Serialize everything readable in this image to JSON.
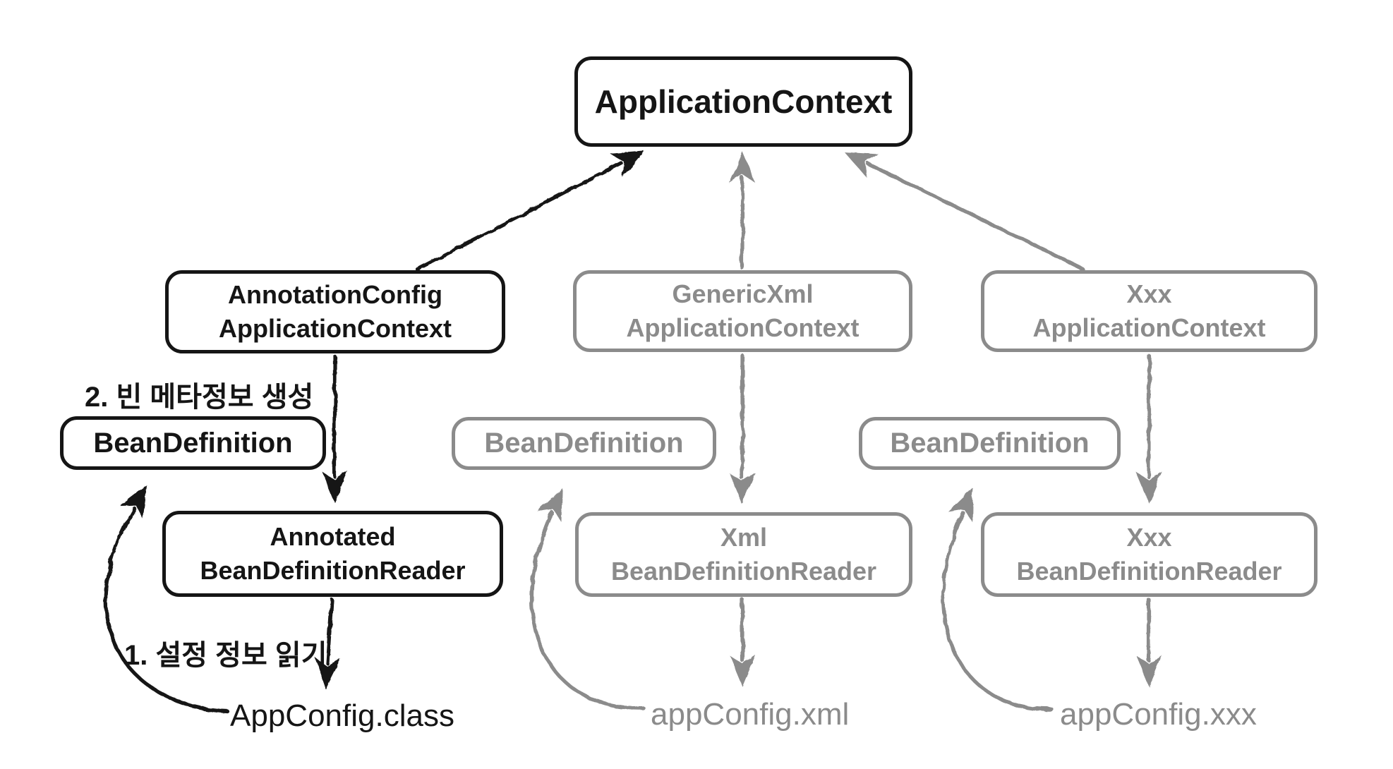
{
  "root_box": {
    "label": "ApplicationContext"
  },
  "columns": [
    {
      "state": "active",
      "context_line1": "AnnotationConfig",
      "context_line2": "ApplicationContext",
      "bean_definition_label": "BeanDefinition",
      "reader_line1": "Annotated",
      "reader_line2": "BeanDefinitionReader",
      "config_source_label": "AppConfig.class"
    },
    {
      "state": "inactive",
      "context_line1": "GenericXml",
      "context_line2": "ApplicationContext",
      "bean_definition_label": "BeanDefinition",
      "reader_line1": "Xml",
      "reader_line2": "BeanDefinitionReader",
      "config_source_label": "appConfig.xml"
    },
    {
      "state": "inactive",
      "context_line1": "Xxx",
      "context_line2": "ApplicationContext",
      "bean_definition_label": "BeanDefinition",
      "reader_line1": "Xxx",
      "reader_line2": "BeanDefinitionReader",
      "config_source_label": "appConfig.xxx"
    }
  ],
  "annotations": {
    "step2": "2. 빈 메타정보 생성",
    "step1": "1. 설정 정보 읽기"
  },
  "colors": {
    "active": "#151515",
    "inactive": "#8b8b8b",
    "background": "#ffffff"
  }
}
